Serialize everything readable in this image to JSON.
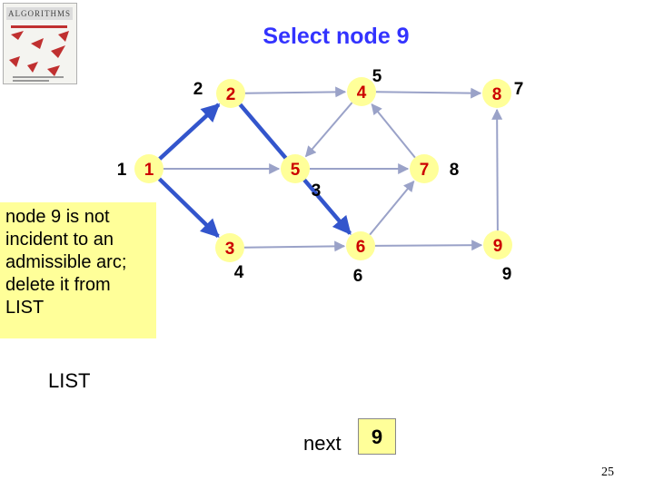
{
  "title": "Select node 9",
  "book_cover": {
    "banner": "ALGORITHMS"
  },
  "note": "node 9 is not incident to an admissible arc; delete it from LIST",
  "list_label": "LIST",
  "next_label": "next",
  "next_value": "9",
  "page_number": "25",
  "colors": {
    "title": "#3333ff",
    "node_fill": "#ffff99",
    "node_text": "#cc0000",
    "arc_blue": "#3355cc",
    "arc_gray": "#9aa2c8",
    "note_bg": "#ffff99"
  },
  "graph": {
    "nodes": [
      {
        "id": "1",
        "label": "1",
        "external_label": "1"
      },
      {
        "id": "2",
        "label": "2",
        "external_label": "2"
      },
      {
        "id": "3",
        "label": "3",
        "external_label": "4"
      },
      {
        "id": "4",
        "label": "4",
        "external_label": "5"
      },
      {
        "id": "5",
        "label": "5",
        "external_label": "3"
      },
      {
        "id": "6",
        "label": "6",
        "external_label": "6"
      },
      {
        "id": "7",
        "label": "7",
        "external_label": "8"
      },
      {
        "id": "8",
        "label": "8",
        "external_label": "7"
      },
      {
        "id": "9",
        "label": "9",
        "external_label": "9"
      }
    ],
    "arcs": [
      {
        "from": "1",
        "to": "2",
        "style": "blue"
      },
      {
        "from": "1",
        "to": "5",
        "style": "gray"
      },
      {
        "from": "1",
        "to": "3",
        "style": "blue"
      },
      {
        "from": "2",
        "to": "4",
        "style": "gray"
      },
      {
        "from": "4",
        "to": "5",
        "style": "gray"
      },
      {
        "from": "4",
        "to": "8",
        "style": "gray"
      },
      {
        "from": "2",
        "to": "6",
        "style": "blue"
      },
      {
        "from": "5",
        "to": "7",
        "style": "gray"
      },
      {
        "from": "3",
        "to": "6",
        "style": "gray"
      },
      {
        "from": "6",
        "to": "7",
        "style": "gray"
      },
      {
        "from": "7",
        "to": "4",
        "style": "gray"
      },
      {
        "from": "6",
        "to": "9",
        "style": "gray"
      },
      {
        "from": "9",
        "to": "8",
        "style": "gray"
      }
    ]
  }
}
